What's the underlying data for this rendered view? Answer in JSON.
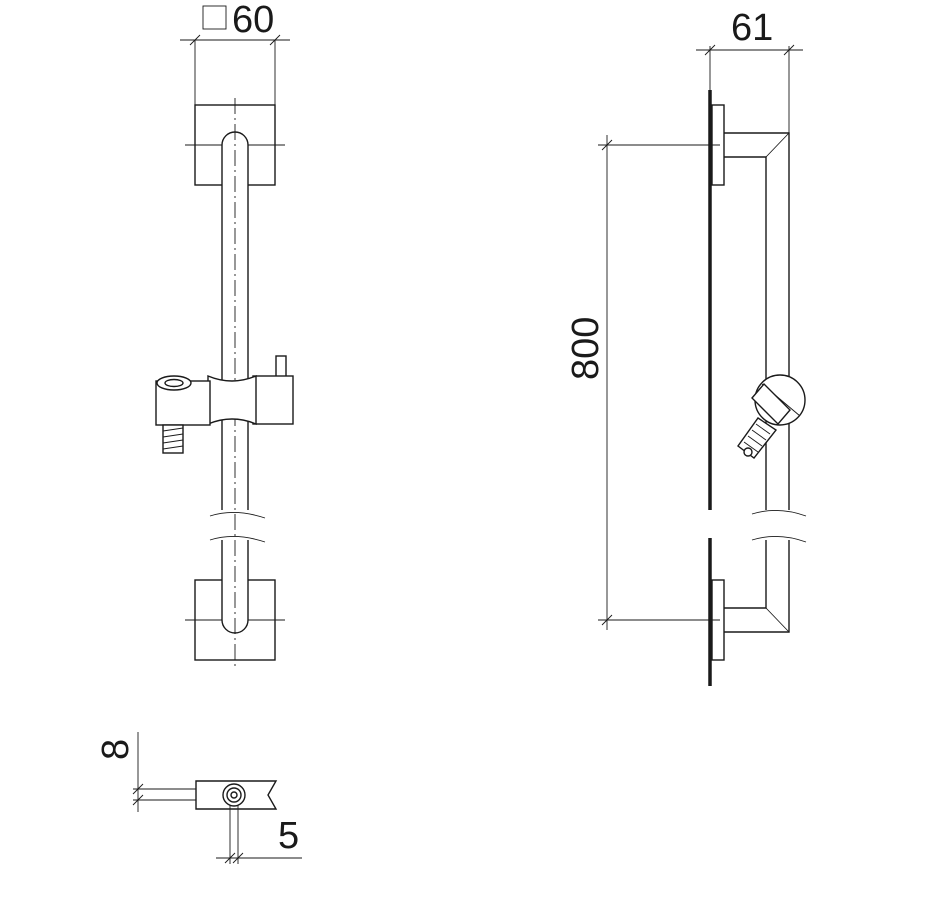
{
  "dimensions": {
    "square_symbol": "□",
    "width_front": "60",
    "depth_side": "61",
    "length": "800",
    "tilt_top": "8",
    "tilt_bottom": "5"
  },
  "colors": {
    "line": "#1a1a1a",
    "background": "#ffffff"
  }
}
